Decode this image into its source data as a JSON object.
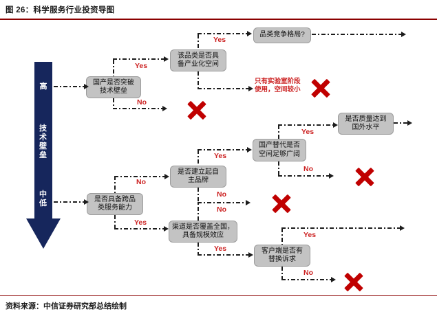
{
  "figure": {
    "title": "图 26：科学服务行业投资导图",
    "source": "资料来源：中信证券研究部总结绘制"
  },
  "axis_arrow": {
    "top_label": "高",
    "middle_label": "技术壁垒",
    "bottom_label": "中低",
    "color": "#16265c"
  },
  "edge_labels": {
    "yes": "Yes",
    "no": "No"
  },
  "nodes": {
    "domestic_breakthrough": {
      "label": "国产是否突破技术壁垒"
    },
    "industrialization_space": {
      "label": "该品类是否具备产业化空间"
    },
    "category_competition": {
      "label": "品类竞争格局?"
    },
    "cross_category_capability": {
      "label": "是否具备跨品类服务能力"
    },
    "own_brand": {
      "label": "是否建立起自主品牌"
    },
    "substitution_space": {
      "label": "国产替代是否空间足够广阔"
    },
    "quality_level": {
      "label": "是否质量达到国外水平"
    },
    "channel_coverage": {
      "label": "渠道是否覆盖全国，具备规模效应"
    },
    "client_switch_demand": {
      "label": "客户端是否有替换诉求"
    }
  },
  "notes": {
    "lab_stage_only": "只有实验室阶段使用，空间较小"
  },
  "colors": {
    "accent_rule": "#8b0000",
    "box_fill": "#c3c3c3",
    "box_border": "#9c9c9c",
    "reject_x": "#c00000",
    "edge_label_red": "#cc2222",
    "axis_navy": "#16265c"
  }
}
